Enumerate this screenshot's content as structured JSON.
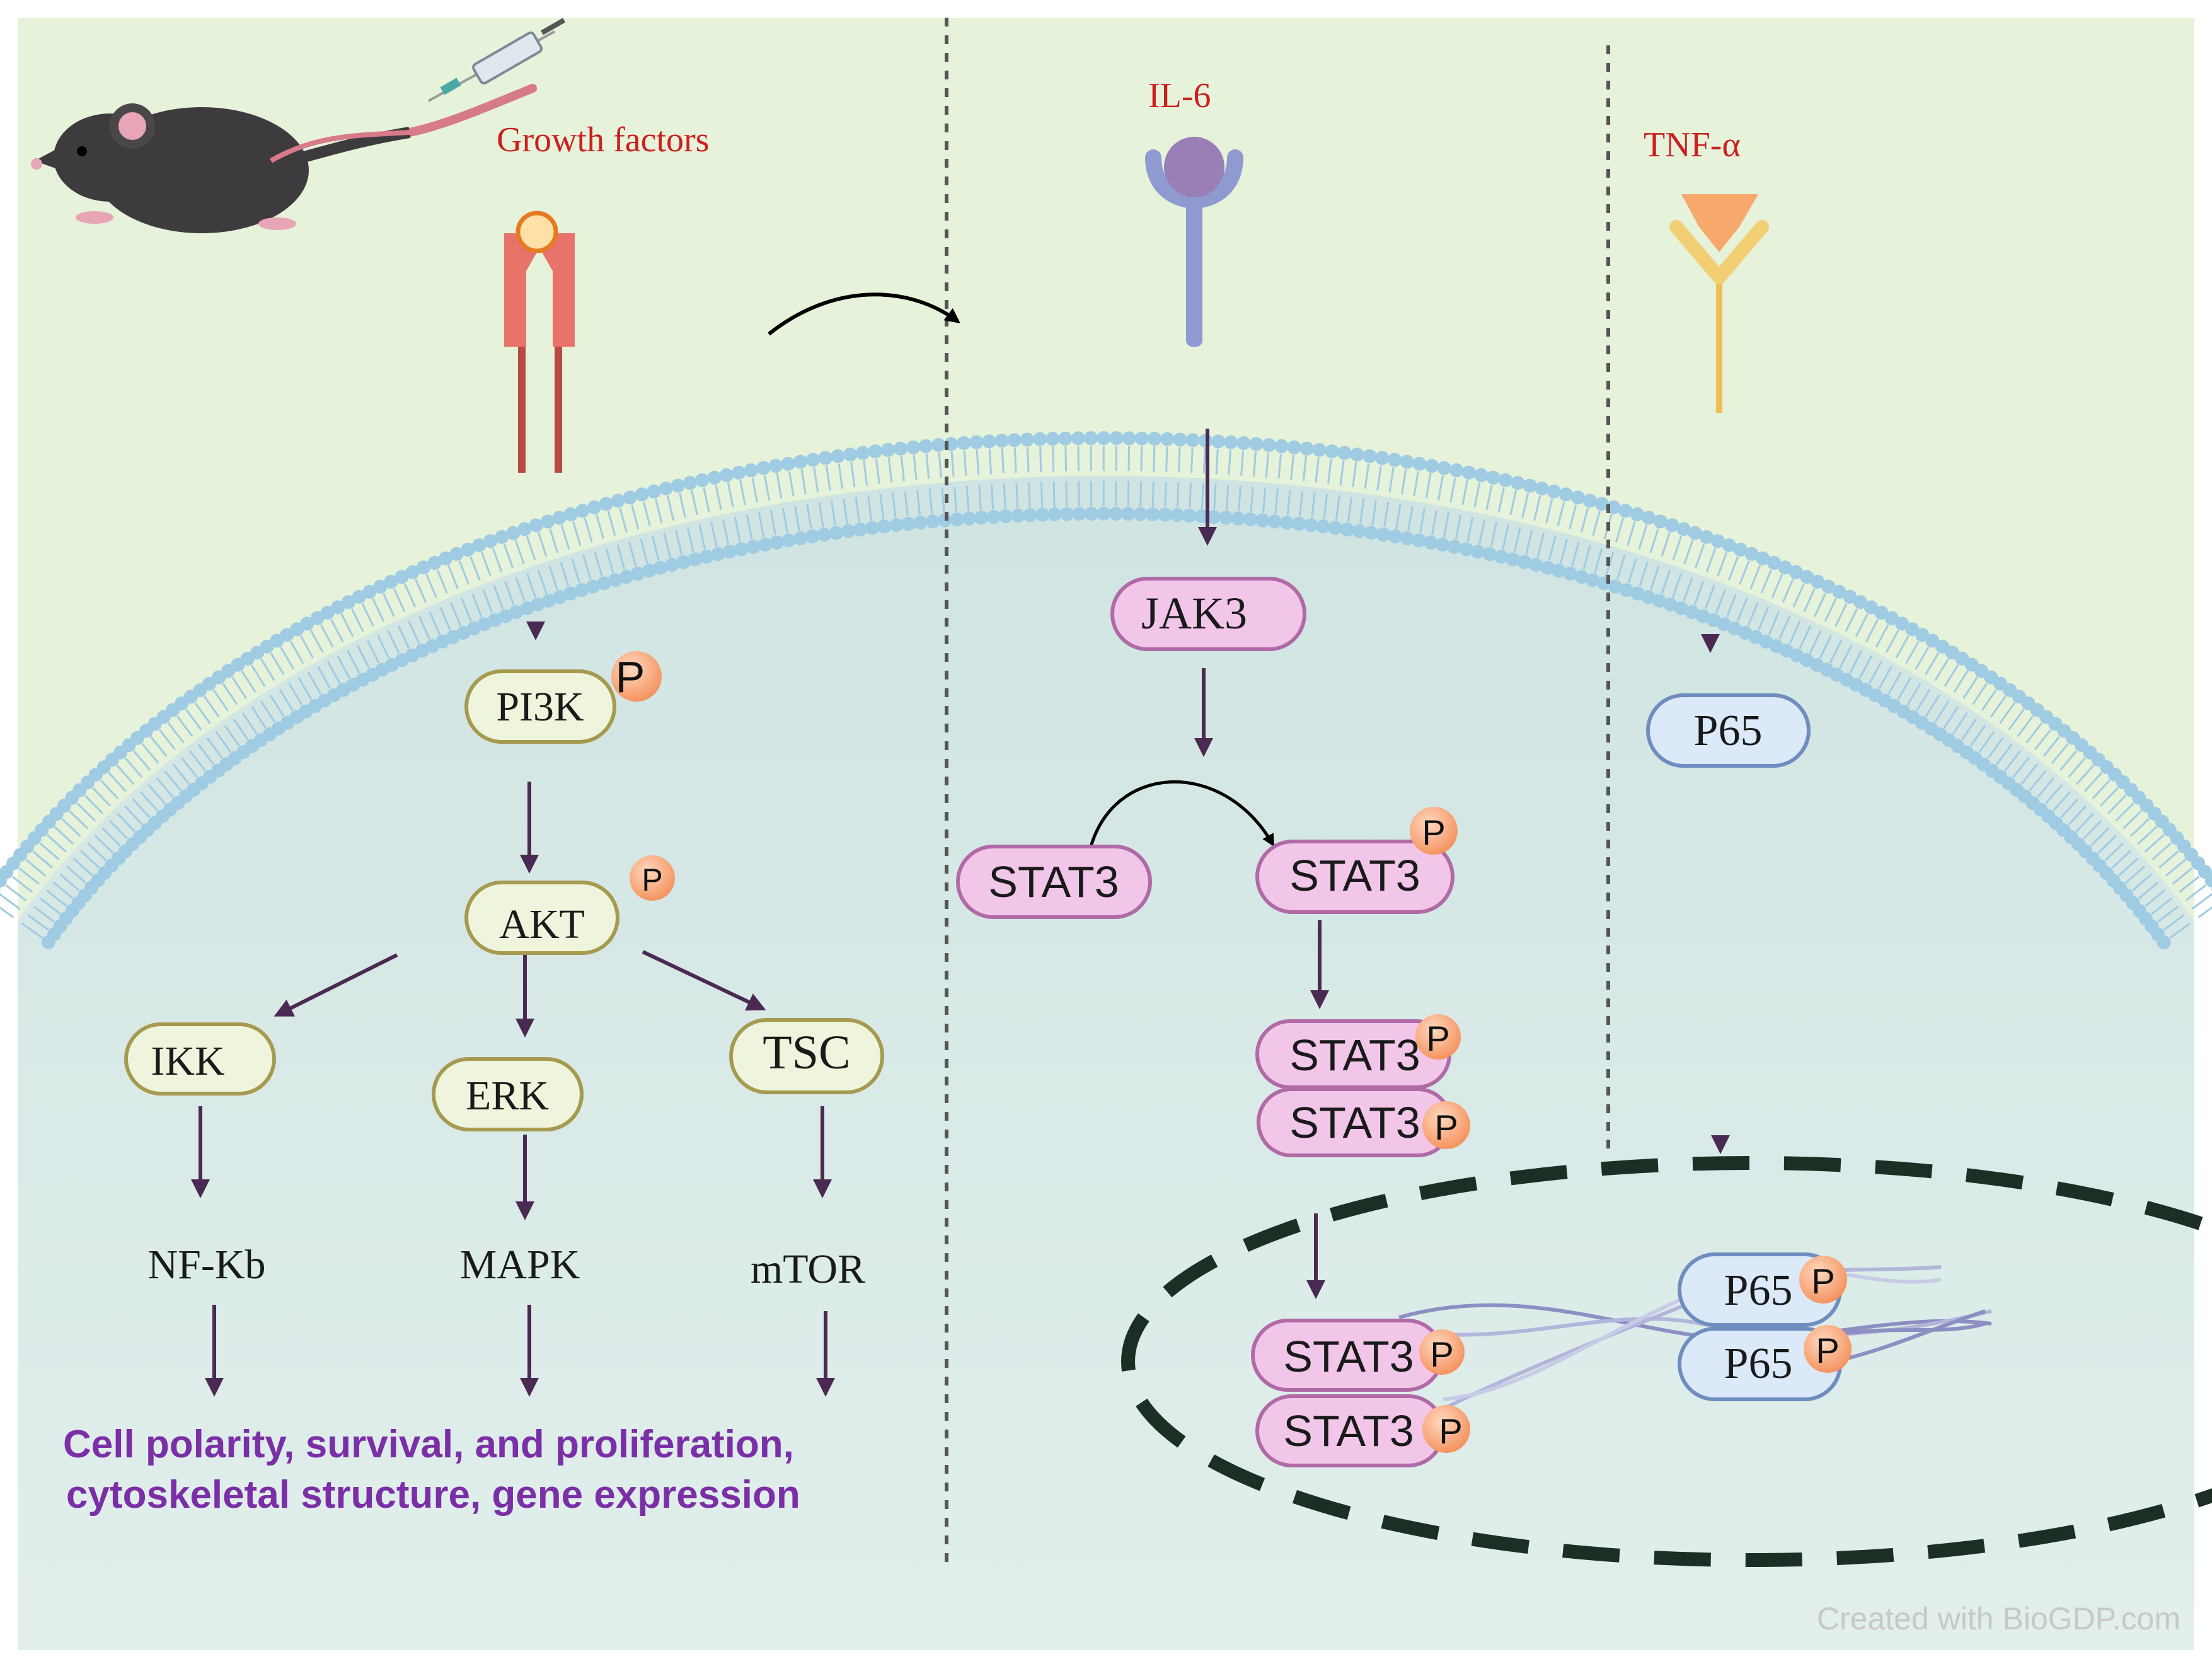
{
  "ligands": {
    "growth_factors": "Growth factors",
    "il6": "IL-6",
    "tnf": "TNF-α"
  },
  "nodes": {
    "pi3k": "PI3K",
    "akt": "AKT",
    "ikk": "IKK",
    "erk": "ERK",
    "tsc": "TSC",
    "nfkb": "NF-Kb",
    "mapk": "MAPK",
    "mtor": "mTOR",
    "jak3": "JAK3",
    "stat3": "STAT3",
    "stat3_cut": "STAT3",
    "p65": "P65"
  },
  "phospho": "P",
  "outcome": {
    "line1": "Cell polarity, survival, and proliferation,",
    "line2": "cytoskeletal structure, gene expression"
  },
  "watermark": "Created with BioGDP.com",
  "colors": {
    "outside": "#e6f2d9",
    "cytoplasm": "#d4e8e6",
    "lipid_head": "#9fcbe3",
    "ligand_text": "#cc1f1f",
    "outcome_text": "#7b2fa6",
    "pathway_left_fill": "#eef5dc",
    "pathway_left_stroke": "#a69a50",
    "stat_fill": "#f2c6e8",
    "stat_stroke": "#b06aa6",
    "p65_fill": "#dbe9f8",
    "p65_stroke": "#6f8dbf",
    "phospho": "#f7a477",
    "arrow": "#4a2a52"
  }
}
